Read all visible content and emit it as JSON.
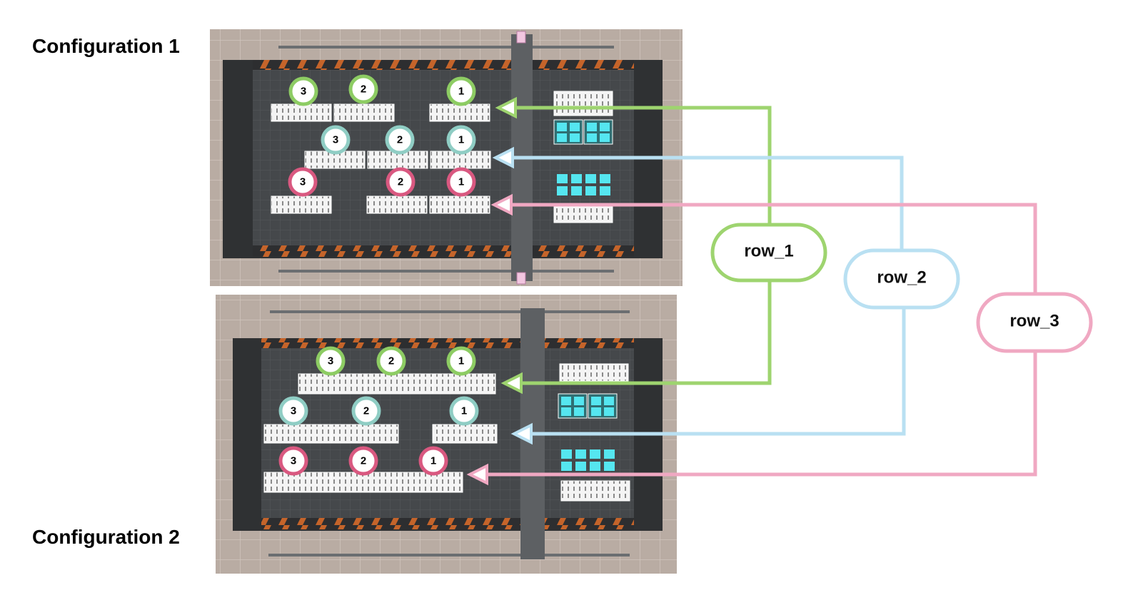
{
  "configurations": [
    {
      "title": "Configuration 1",
      "rows": [
        {
          "row": "row_1",
          "badges": [
            "3",
            "2",
            "1"
          ]
        },
        {
          "row": "row_2",
          "badges": [
            "3",
            "2",
            "1"
          ]
        },
        {
          "row": "row_3",
          "badges": [
            "3",
            "2",
            "1"
          ]
        }
      ]
    },
    {
      "title": "Configuration 2",
      "rows": [
        {
          "row": "row_1",
          "badges": [
            "3",
            "2",
            "1"
          ]
        },
        {
          "row": "row_2",
          "badges": [
            "3",
            "2",
            "1"
          ]
        },
        {
          "row": "row_3",
          "badges": [
            "3",
            "2",
            "1"
          ]
        }
      ]
    }
  ],
  "row_labels": {
    "row_1": "row_1",
    "row_2": "row_2",
    "row_3": "row_3"
  },
  "colors": {
    "row_1": "#9ed46f",
    "row_2": "#b9e0f2",
    "row_3": "#f0a8c2",
    "badge_row_1": "#8dcc63",
    "badge_row_2": "#8fcdc4",
    "badge_row_3": "#d95880",
    "floor_tile": "#b7aba2",
    "platform": "#3f4245",
    "rail": "#5d6063",
    "hazard_orange": "#c5642a",
    "rack_white": "#f4f4f4",
    "cyan_tile": "#55e6f0"
  }
}
